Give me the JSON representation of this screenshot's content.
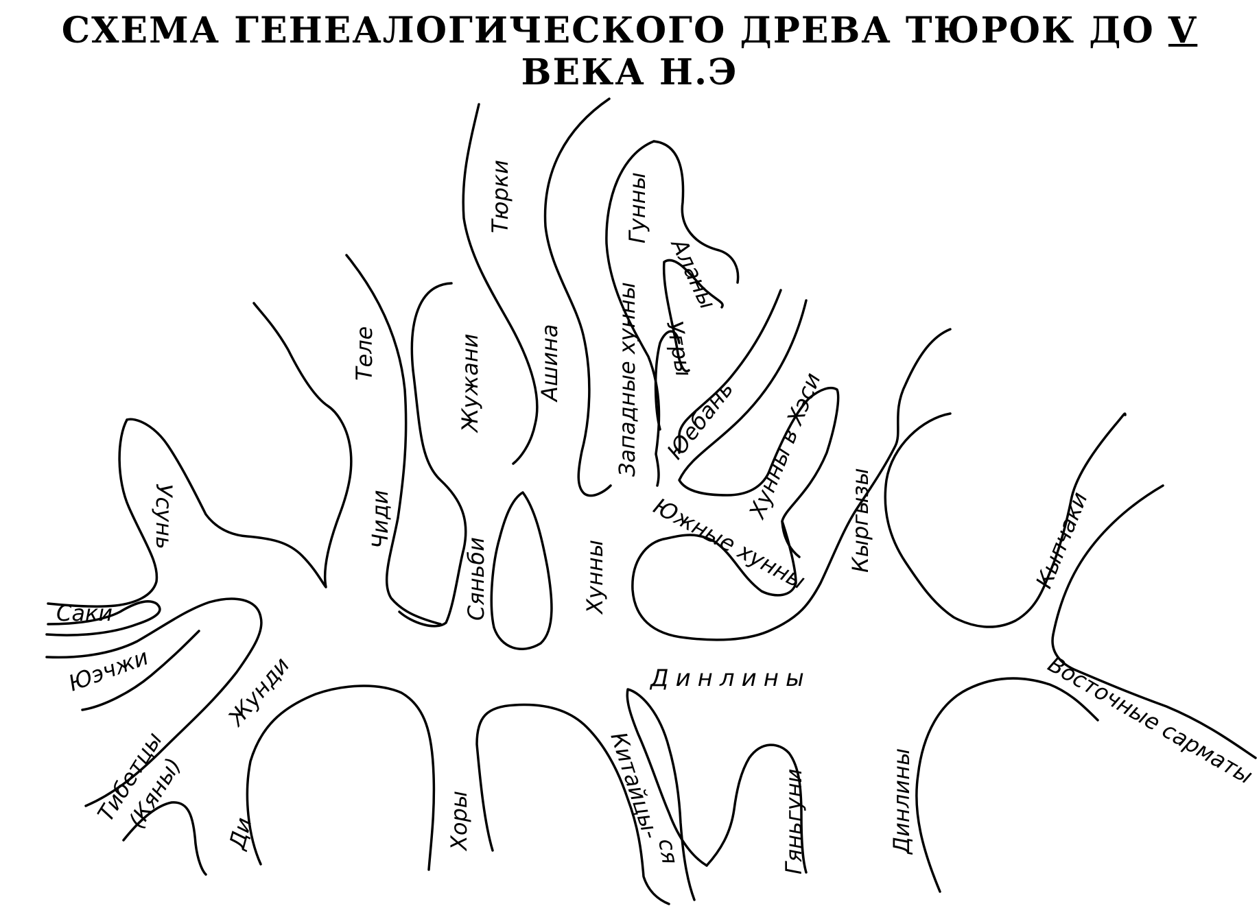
{
  "title": {
    "before": "СХЕМА ГЕНЕАЛОГИЧЕСКОГО ДРЕВА ТЮРОК ДО",
    "roman": "V",
    "after": "ВЕКА Н.Э"
  },
  "labels": {
    "tyurki": "Тюрки",
    "gunny": "Гунны",
    "alany": "Аланы",
    "ugry": "Угры",
    "zapadnye_hunny": "Западные хунны",
    "ashina": "Ашина",
    "zhuzhani": "Жужани",
    "tele": "Теле",
    "chidi": "Чиди",
    "syanbi": "Сяньби",
    "hunny": "Хунны",
    "yuebani": "Юебань",
    "hunny_v_hesi": "Хунны в Хэси",
    "yuzhnye_hunny": "Южные хунны",
    "kyrgyzy": "Кыргызы",
    "kypchaki": "Кыпчаки",
    "usun": "Усунь",
    "saki": "Саки",
    "yuechzhi": "Юэчжи",
    "zhundi": "Жунди",
    "dinliny_main": "Динлины",
    "vostochnye_sarmaty": "Восточные сарматы",
    "tibettsy": "Тибетцы",
    "kyany": "(Кяны)",
    "di": "Ди",
    "hory": "Хоры",
    "kitaitsy_1": "Китайцы-",
    "kitaitsy_2": "ся",
    "gyangunі": "Гяньгуни",
    "dinliny_lower": "Динлины"
  }
}
